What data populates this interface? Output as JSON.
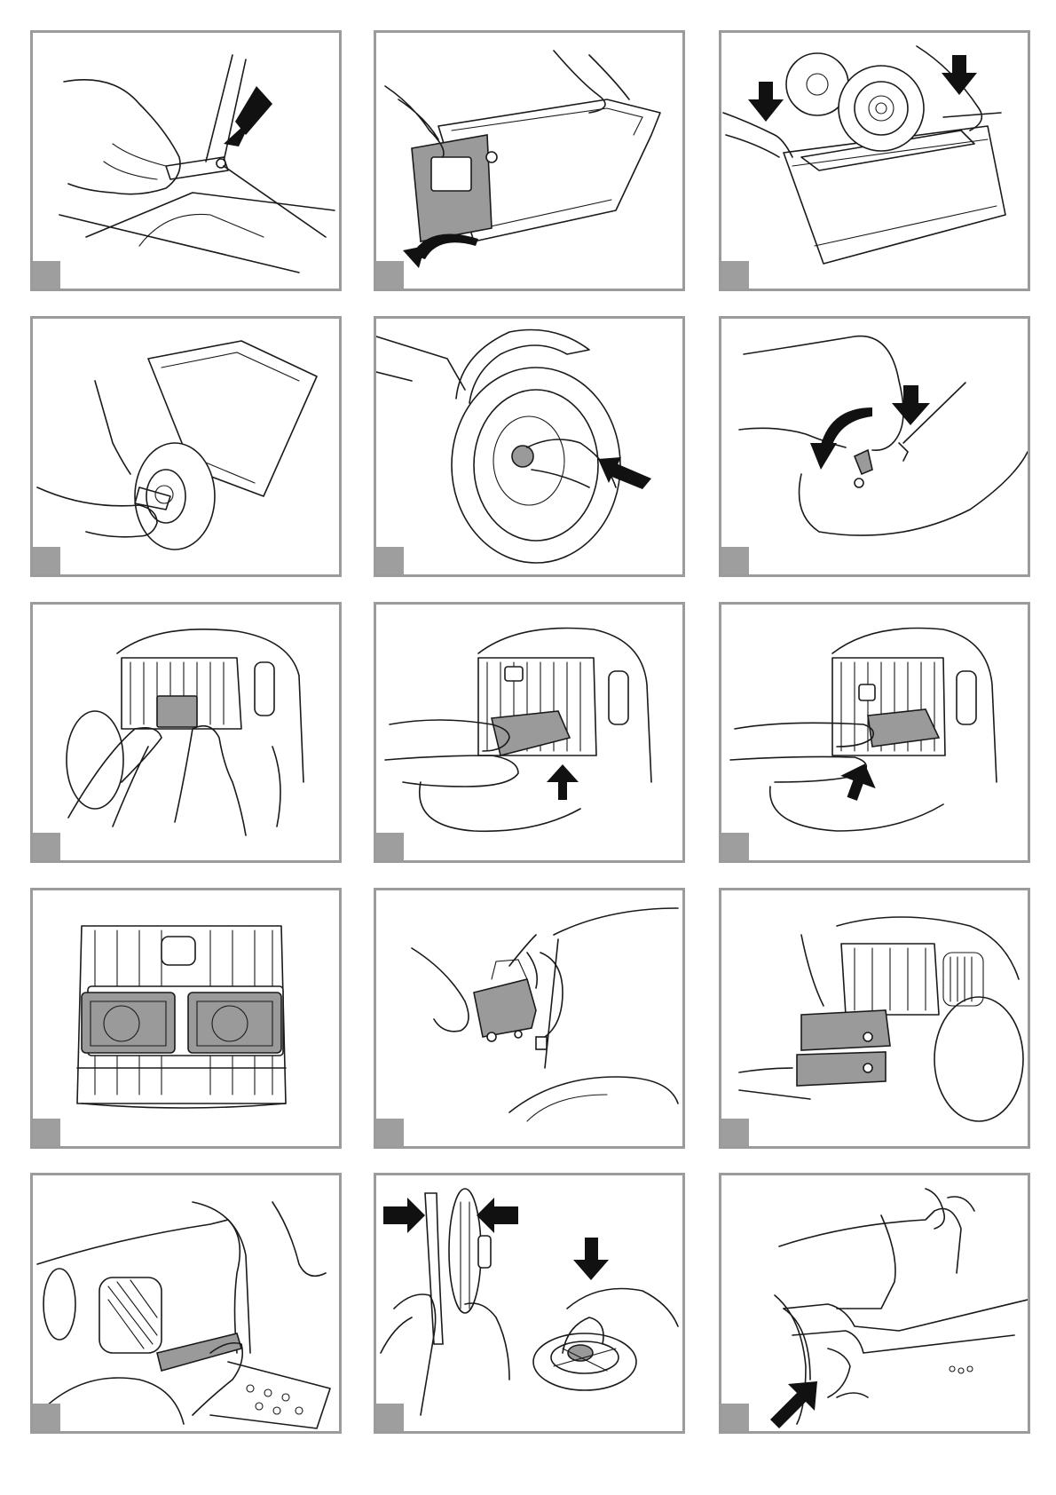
{
  "page": {
    "panels": [
      {
        "id": 1,
        "subject": "trailer-drawbar-coupling",
        "step_label": ""
      },
      {
        "id": 2,
        "subject": "trailer-tailgate",
        "step_label": ""
      },
      {
        "id": 3,
        "subject": "trailer-wheels",
        "step_label": ""
      },
      {
        "id": 4,
        "subject": "trailer-wheel-nut",
        "step_label": ""
      },
      {
        "id": 5,
        "subject": "rear-wheel-hubcap",
        "step_label": ""
      },
      {
        "id": 6,
        "subject": "hood-screw",
        "step_label": ""
      },
      {
        "id": 7,
        "subject": "grille-insert",
        "step_label": ""
      },
      {
        "id": 8,
        "subject": "left-headlight",
        "step_label": ""
      },
      {
        "id": 9,
        "subject": "right-headlight",
        "step_label": ""
      },
      {
        "id": 10,
        "subject": "headlights-fitted",
        "step_label": ""
      },
      {
        "id": 11,
        "subject": "front-weight-bracket",
        "step_label": ""
      },
      {
        "id": 12,
        "subject": "front-weights",
        "step_label": ""
      },
      {
        "id": 13,
        "subject": "side-step",
        "step_label": ""
      },
      {
        "id": 14,
        "subject": "steering-wheel",
        "step_label": ""
      },
      {
        "id": 15,
        "subject": "exhaust-and-side-part",
        "step_label": ""
      }
    ],
    "colors": {
      "frame": "#9b9b9b",
      "step_box": "#9e9e9e",
      "part_fill": "#9a9a9a",
      "arrow": "#111111"
    }
  }
}
